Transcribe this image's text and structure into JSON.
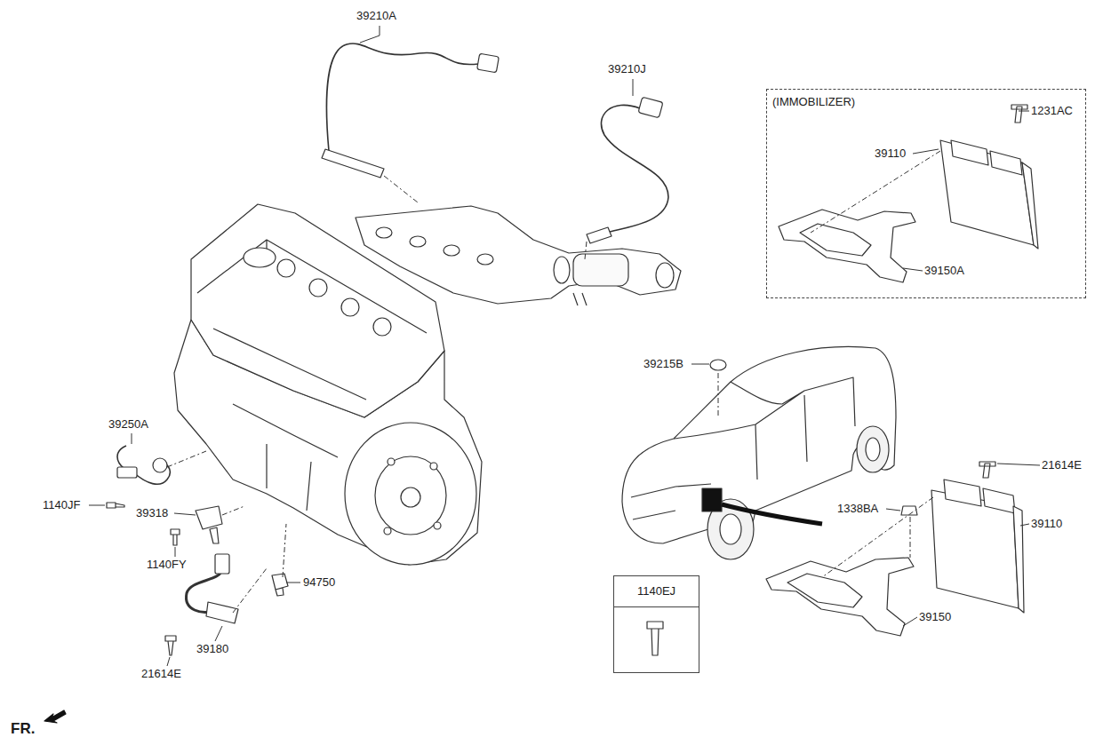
{
  "diagram": {
    "nodes": [
      {
        "text": [
          "(IMMOBILIZER)"
        ]
      },
      {
        "text": [
          "1140EJ"
        ]
      }
    ],
    "labels": [
      "39210A",
      "39210J",
      "1231AC",
      "39110",
      "39150A",
      "39215B",
      "39250A",
      "1140JF",
      "39318",
      "1140FY",
      "94750",
      "39180",
      "21614E",
      "21614E",
      "1338BA",
      "39110",
      "39150",
      "FR."
    ]
  }
}
